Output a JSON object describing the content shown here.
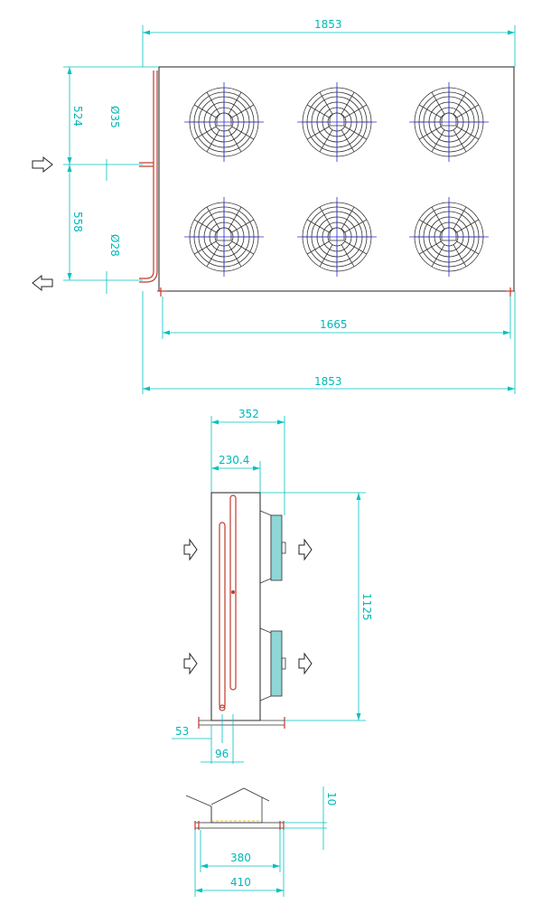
{
  "top_view": {
    "overall_width_top": "1853",
    "overall_width_bottom": "1853",
    "foot_spacing": "1665",
    "inlet_offset": "524",
    "outlet_offset": "558",
    "inlet_diameter": "Ø35",
    "outlet_diameter": "Ø28",
    "fan_count": 6
  },
  "side_view": {
    "depth_overall": "352",
    "depth_body": "230.4",
    "height": "1125",
    "pipe_offset": "53",
    "pipe_spacing": "96"
  },
  "foot_view": {
    "thickness": "10",
    "inner_width": "380",
    "outer_width": "410"
  }
}
